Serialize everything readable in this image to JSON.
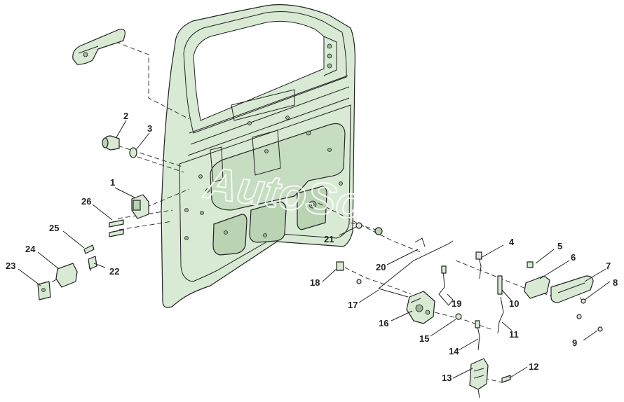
{
  "watermark": "AutoSoft",
  "callouts": [
    "1",
    "2",
    "3",
    "4",
    "5",
    "6",
    "7",
    "8",
    "9",
    "10",
    "11",
    "12",
    "13",
    "14",
    "15",
    "16",
    "17",
    "18",
    "19",
    "20",
    "21",
    "22",
    "23",
    "24",
    "25",
    "26"
  ]
}
